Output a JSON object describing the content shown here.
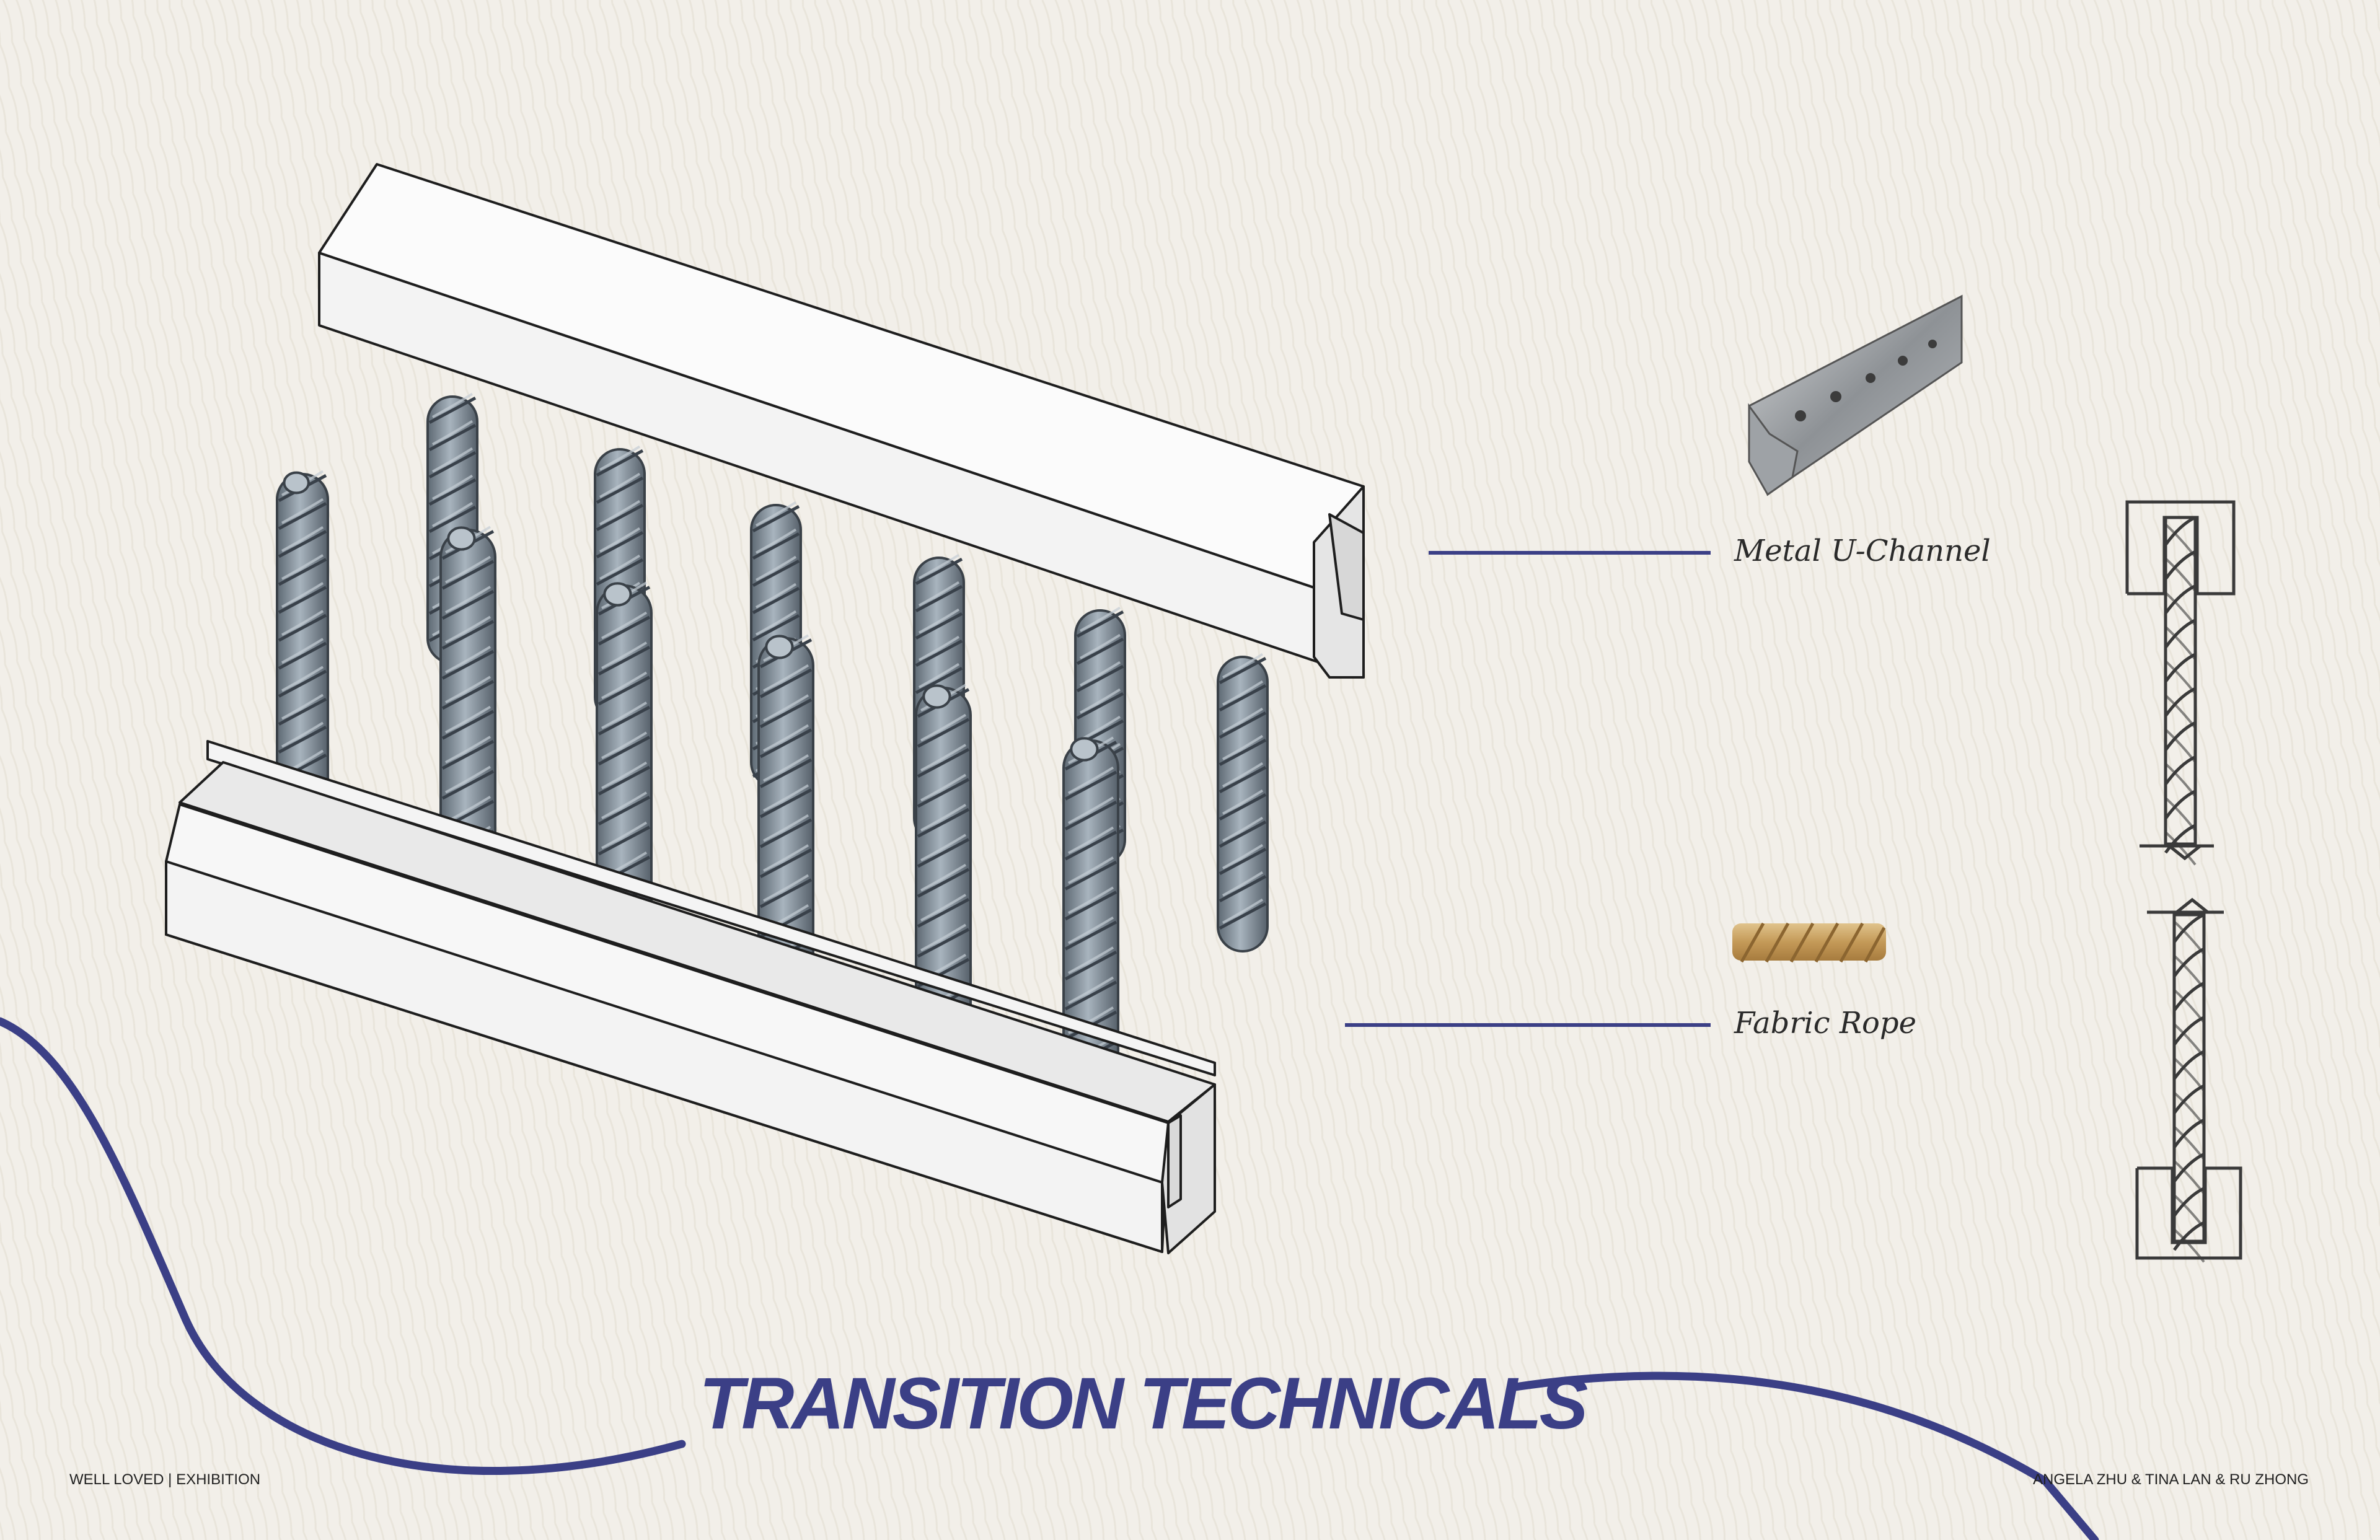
{
  "title": "TRANSITION TECHNICALS",
  "labels": {
    "channel": "Metal U-Channel",
    "rope": "Fabric Rope"
  },
  "footer": {
    "left": "WELL LOVED | EXHIBITION",
    "right": "ANGELA ZHU & TINA LAN & RU ZHONG"
  },
  "colors": {
    "background": "#f2efe9",
    "accent": "#3b3f86",
    "rope": "#8a98a5",
    "rope_outline": "#3a4148",
    "channel_face": "#f7f7f7",
    "line": "#1e1e1e"
  },
  "icons": [
    "u-channel-photo-icon",
    "rope-photo-icon"
  ]
}
